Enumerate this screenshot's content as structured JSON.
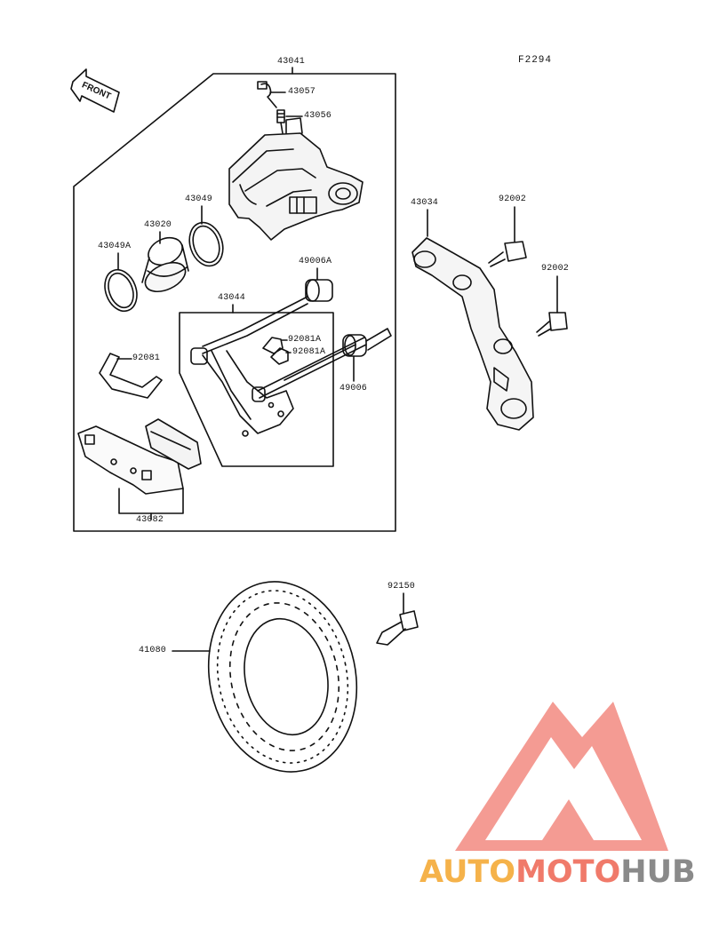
{
  "figure_id": "F2294",
  "front_arrow_text": "FRONT",
  "parts": {
    "caliper_assy": "43041",
    "bleed_cap": "43057",
    "bleed_valve": "43056",
    "seal": "43049",
    "piston": "43020",
    "dust_seal": "43049A",
    "bushing_a": "49006A",
    "holder": "43044",
    "spring_a1": "92081A",
    "spring_a2": "92081A",
    "spring": "92081",
    "bushing": "49006",
    "pad_set": "43082",
    "bracket": "43034",
    "bolt_upper": "92002",
    "bolt_lower": "92002",
    "disc": "41080",
    "disc_bolt": "92150"
  },
  "watermark": {
    "part1": "AUTO",
    "part2": "MOTO",
    "part3": "HUB",
    "colors": {
      "auto": "#f5b24a",
      "moto": "#f07a6a",
      "hub": "#8a8a8a",
      "logo": "#f28a80"
    }
  }
}
